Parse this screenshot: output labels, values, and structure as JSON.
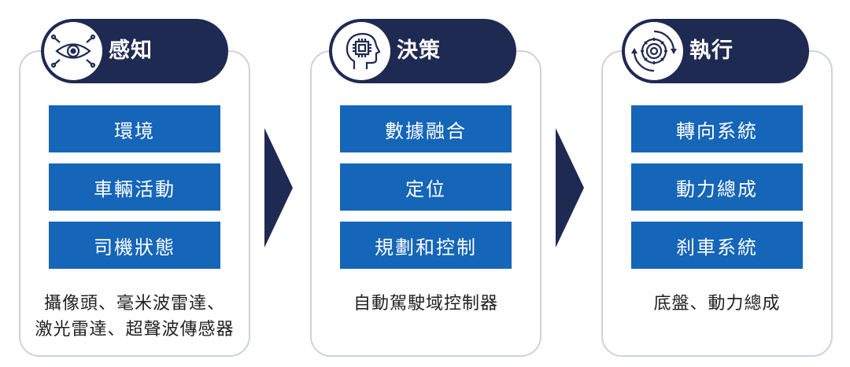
{
  "columns": [
    {
      "title": "感知",
      "icon": "eye-circuit-icon",
      "items": [
        "環境",
        "車輛活動",
        "司機狀態"
      ],
      "caption": [
        "攝像頭、毫米波雷達、",
        "激光雷達、超聲波傳感器"
      ]
    },
    {
      "title": "決策",
      "icon": "head-chip-icon",
      "items": [
        "數據融合",
        "定位",
        "規劃和控制"
      ],
      "caption": [
        "自動駕駛域控制器"
      ]
    },
    {
      "title": "執行",
      "icon": "gear-cycle-icon",
      "items": [
        "轉向系統",
        "動力總成",
        "刹車系統"
      ],
      "caption": [
        "底盤、動力總成"
      ]
    }
  ],
  "colors": {
    "pill": "#1e2a52",
    "bar": "#1565b8",
    "arrow": "#1e2a52",
    "border": "#cfd2d6"
  }
}
